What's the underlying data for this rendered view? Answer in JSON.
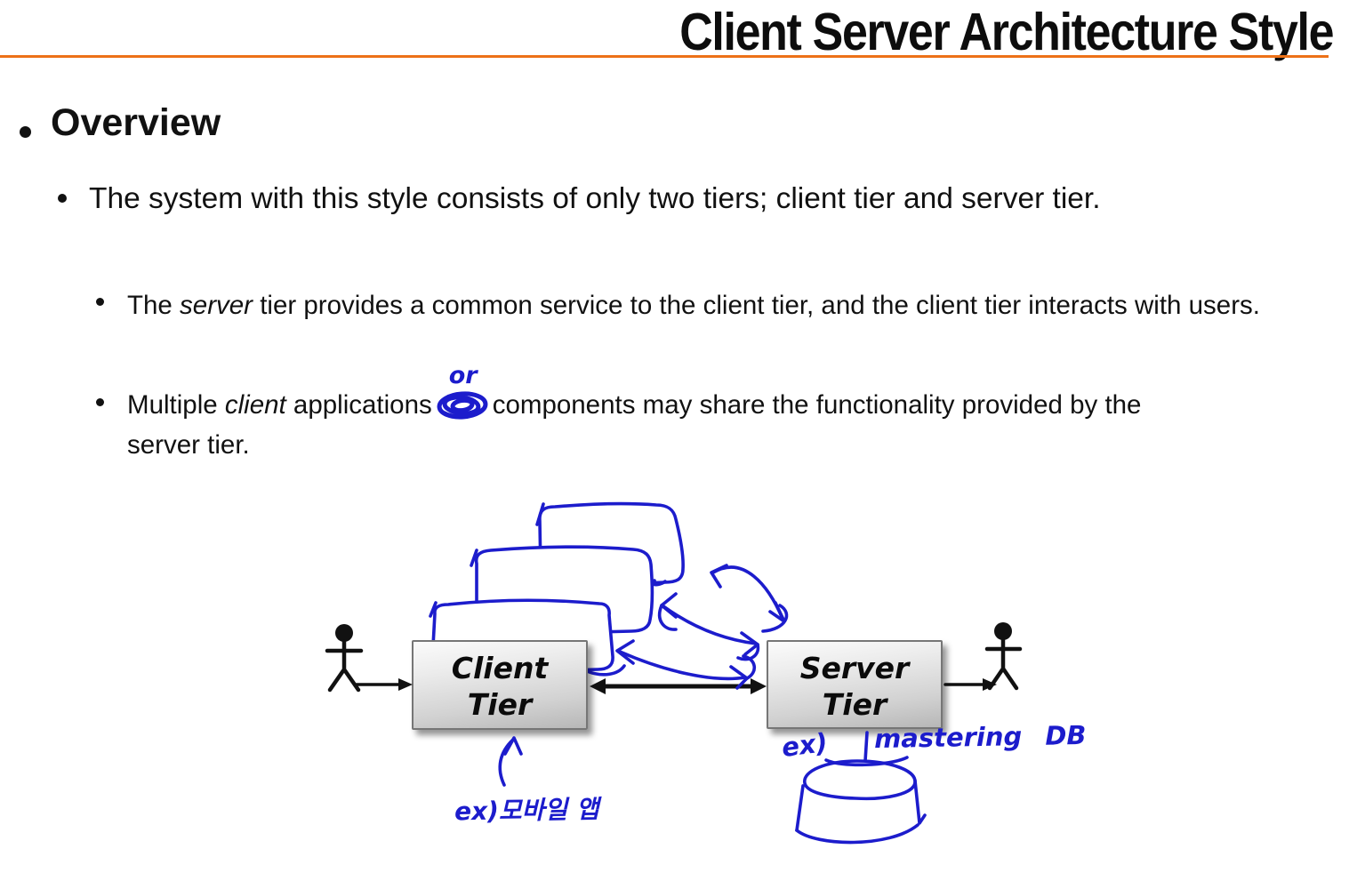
{
  "title": "Client Server Architecture Style",
  "colors": {
    "accent_line": "#ED7117",
    "ink_blue": "#1C1CCC"
  },
  "overview": {
    "heading": "Overview",
    "point1": "The system with this style consists of only two tiers; client tier and server tier.",
    "point2": {
      "t1": "The ",
      "em": "server",
      "t2": " tier provides a common service to the client tier, and the client tier interacts with users."
    },
    "point3": {
      "t1": "Multiple ",
      "em": "client",
      "t2": " applications",
      "or_note": "or",
      "t3": "components may share the functionality provided by the server tier."
    }
  },
  "diagram": {
    "client_box": {
      "line1": "Client",
      "line2": "Tier"
    },
    "server_box": {
      "line1": "Server",
      "line2": "Tier"
    },
    "client_note": "ex)모바일 앱",
    "server_note": {
      "ex": "ex)",
      "label": "mastering DB"
    }
  }
}
